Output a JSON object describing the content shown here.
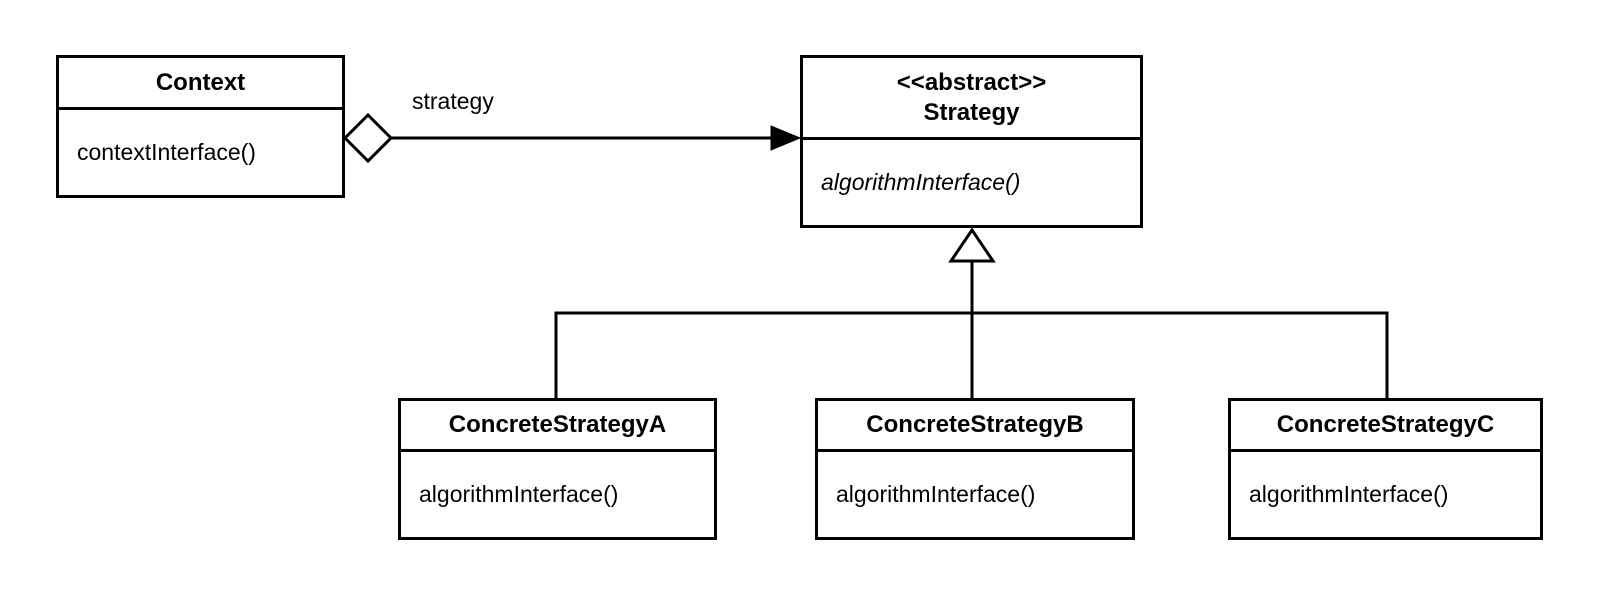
{
  "colors": {
    "stroke": "#000000",
    "background": "#ffffff"
  },
  "classes": {
    "context": {
      "name": "Context",
      "method": "contextInterface()"
    },
    "strategy": {
      "stereotype": "<<abstract>>",
      "name": "Strategy",
      "method": "algorithmInterface()"
    },
    "concrete_a": {
      "name": "ConcreteStrategyA",
      "method": "algorithmInterface()"
    },
    "concrete_b": {
      "name": "ConcreteStrategyB",
      "method": "algorithmInterface()"
    },
    "concrete_c": {
      "name": "ConcreteStrategyC",
      "method": "algorithmInterface()"
    }
  },
  "relationships": {
    "aggregation": {
      "label": "strategy",
      "from": "Context",
      "to": "Strategy",
      "type": "aggregation-with-arrow"
    },
    "generalization": {
      "from": [
        "ConcreteStrategyA",
        "ConcreteStrategyB",
        "ConcreteStrategyC"
      ],
      "to": "Strategy",
      "type": "hollow-triangle"
    }
  }
}
